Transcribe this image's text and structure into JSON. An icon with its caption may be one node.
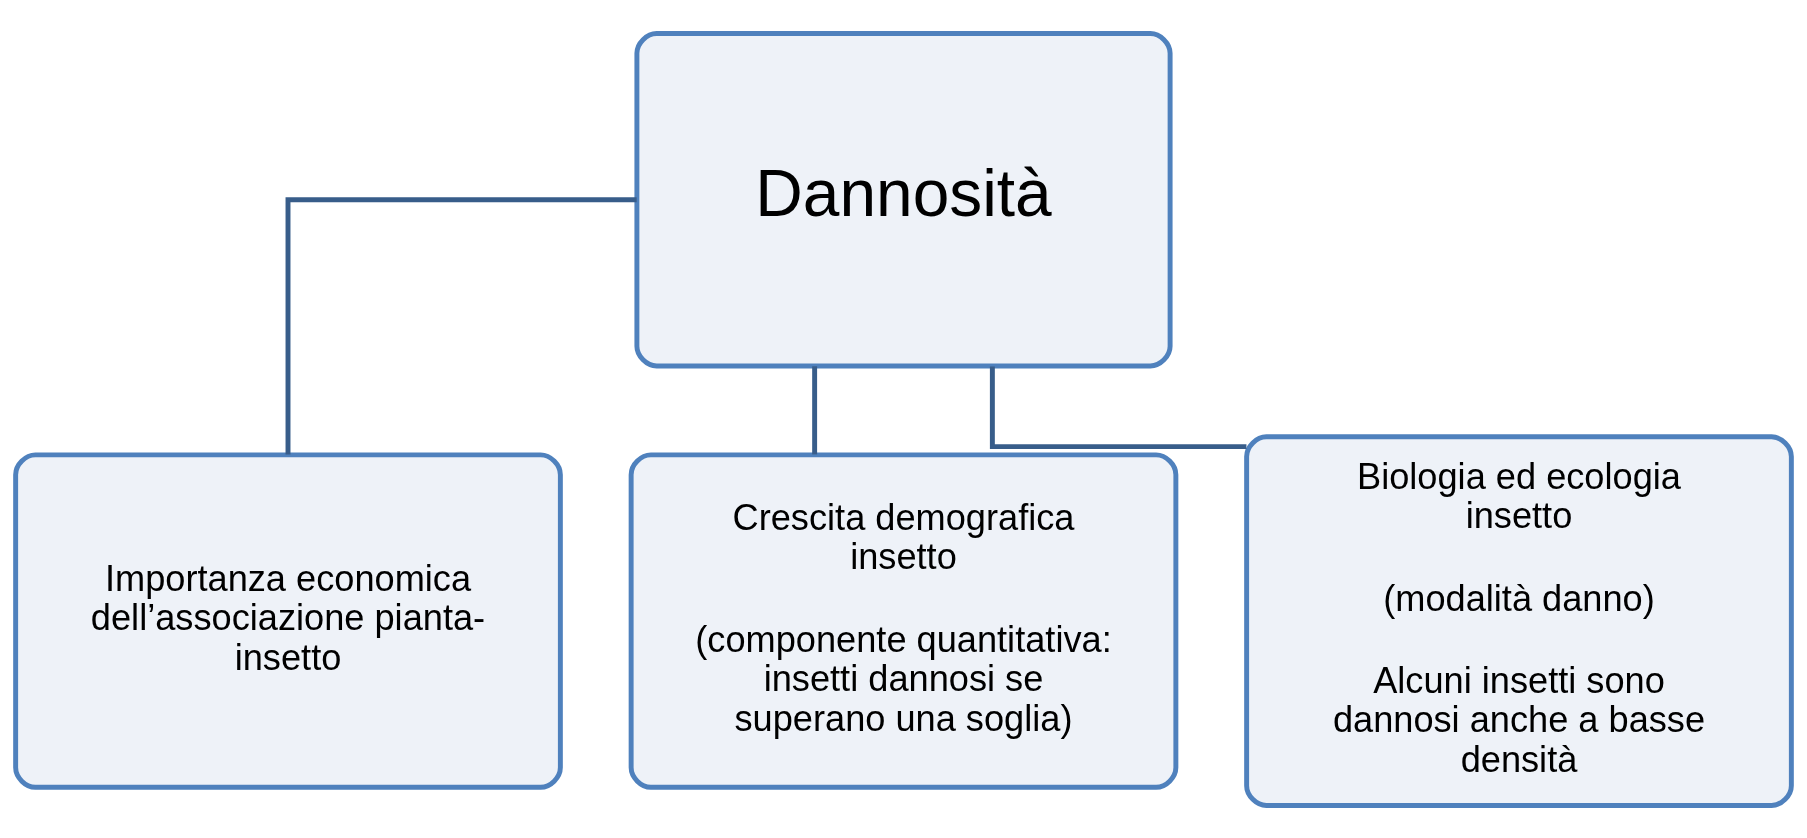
{
  "diagram": {
    "nodes": [
      {
        "text": [
          "Dannosità"
        ]
      },
      {
        "text": [
          "Importanza economica dell’associazione pianta-insetto"
        ]
      },
      {
        "text": [
          "Crescita demografica insetto",
          "(componente quantitativa:  insetti dannosi se superano una soglia)"
        ]
      },
      {
        "text": [
          "Biologia ed ecologia insetto",
          "(modalità danno)",
          "Alcuni insetti sono dannosi anche a basse densità"
        ]
      }
    ],
    "edges": [
      {
        "from": 0,
        "to": 1,
        "arrow": "none"
      },
      {
        "from": 0,
        "to": 2,
        "arrow": "none"
      },
      {
        "from": 0,
        "to": 3,
        "arrow": "none"
      }
    ]
  }
}
